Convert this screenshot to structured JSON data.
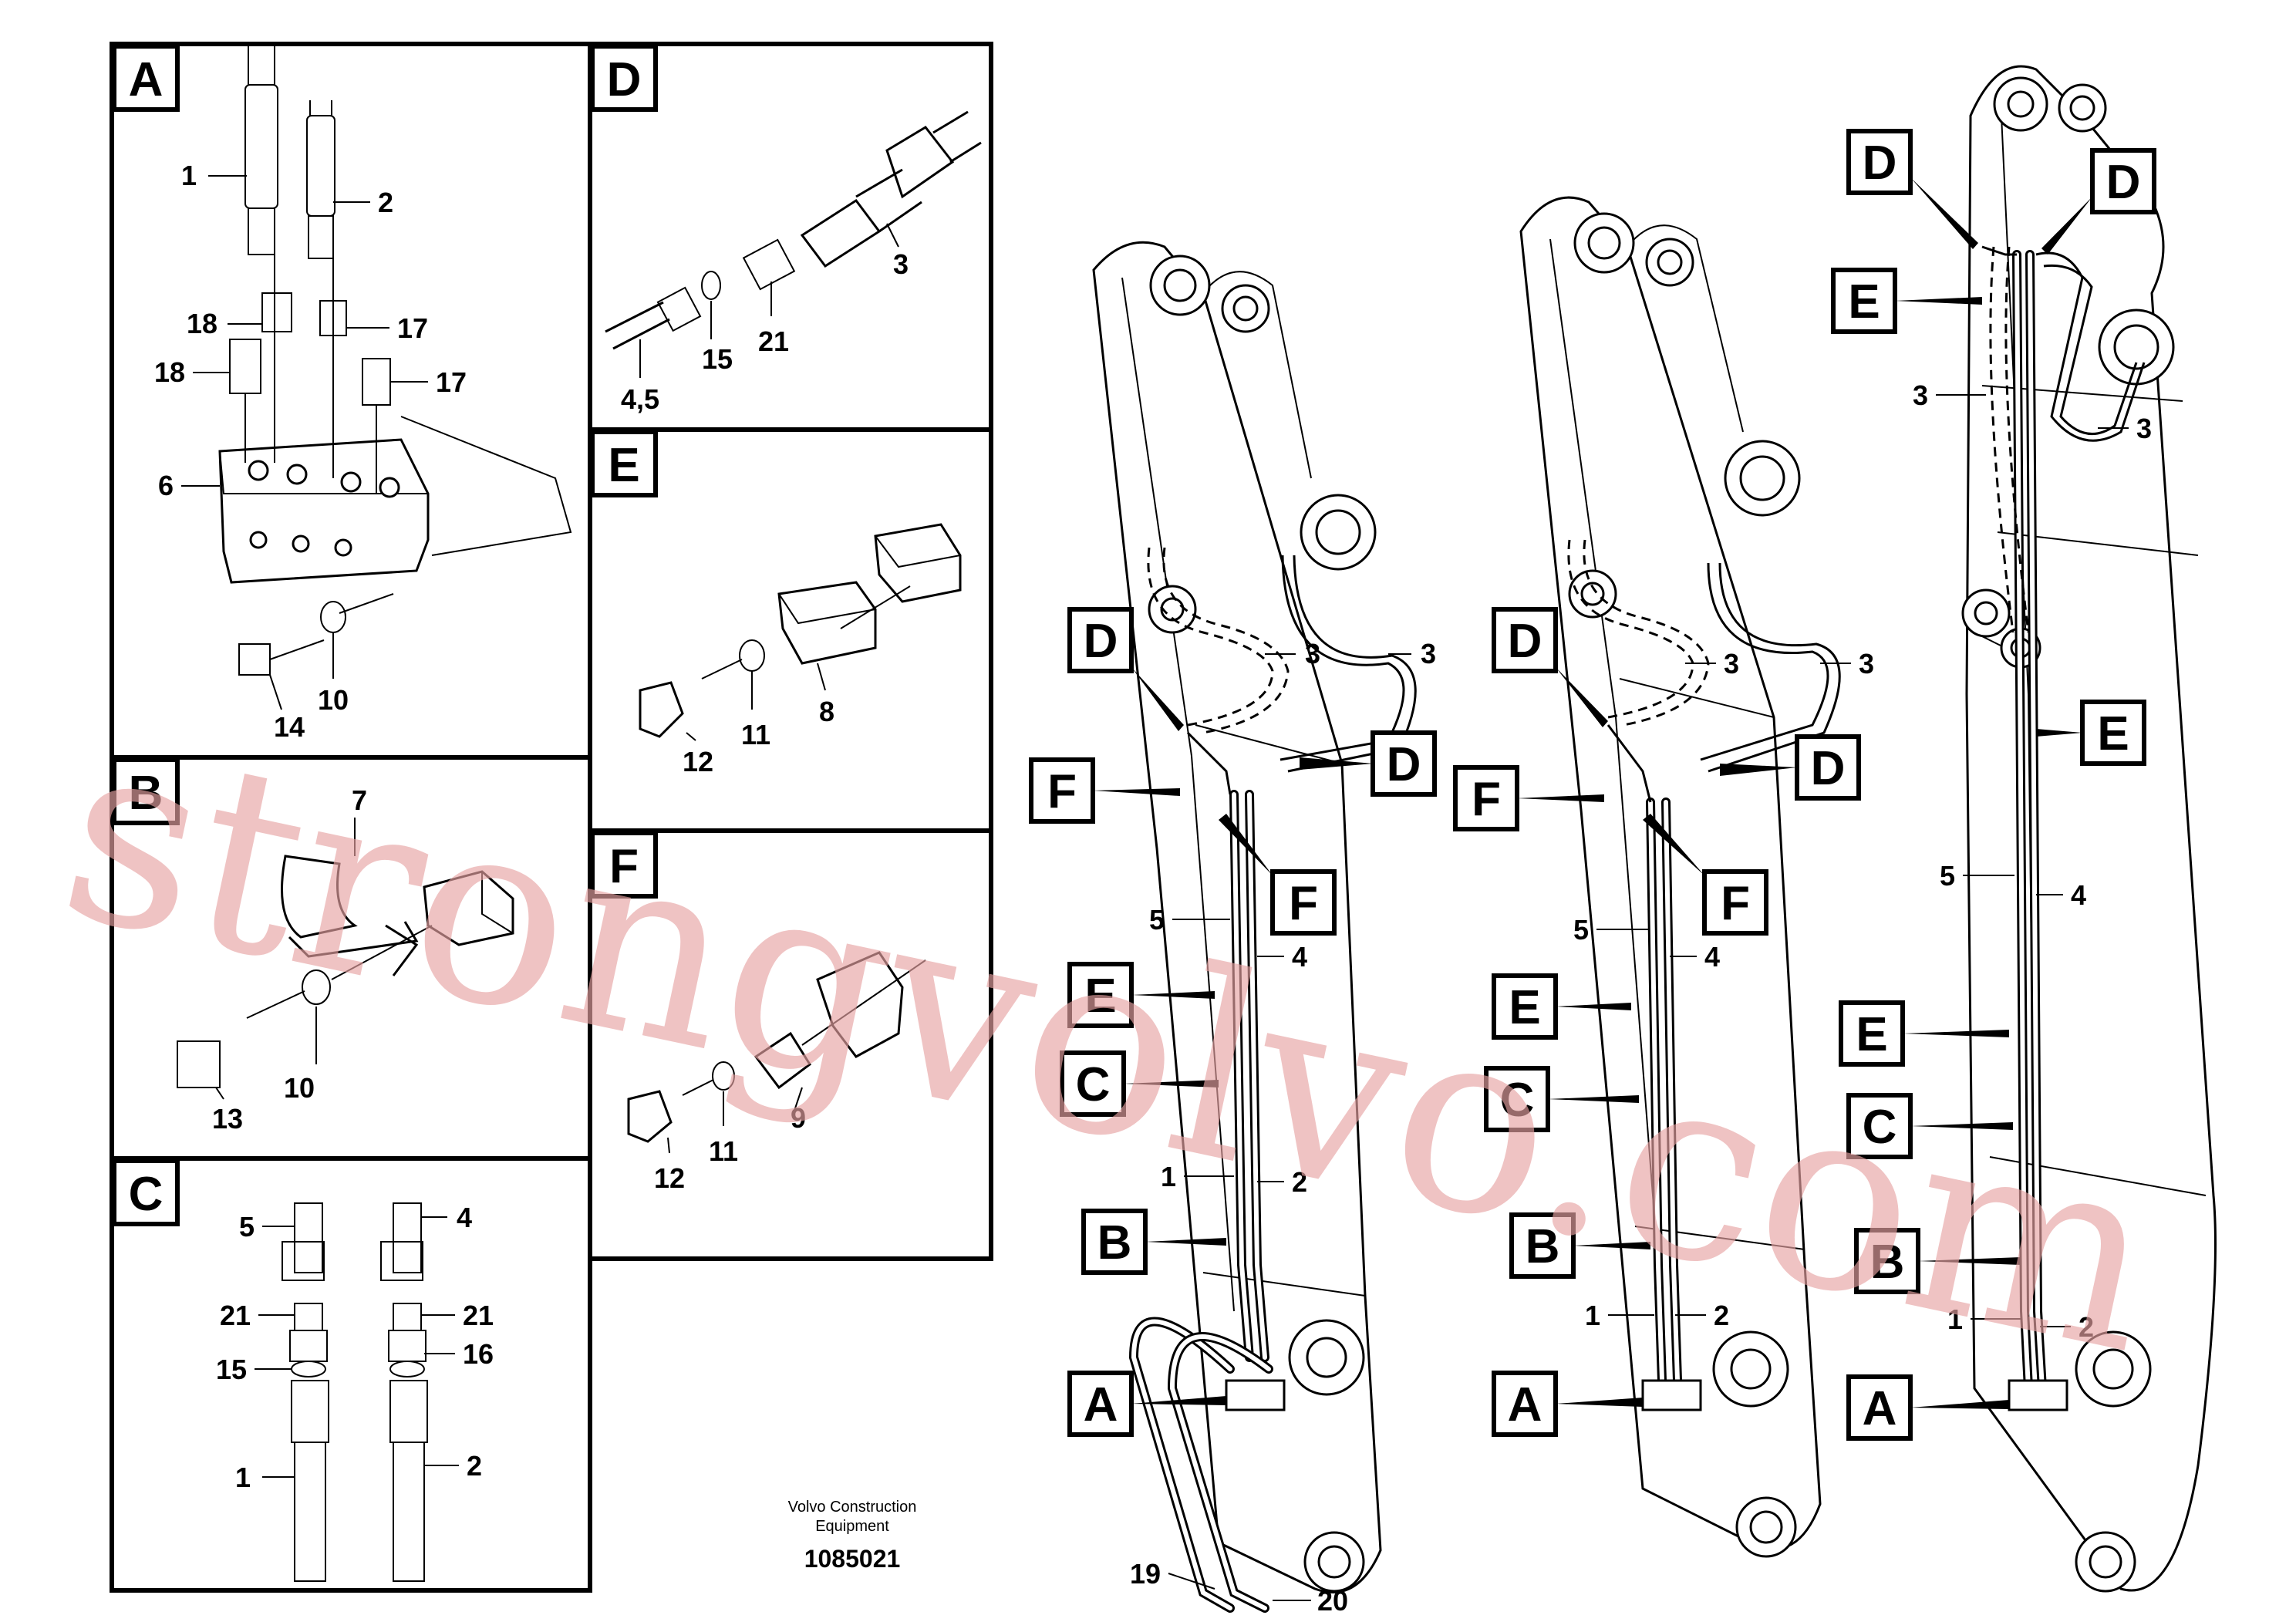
{
  "footer": {
    "company_line1": "Volvo Construction",
    "company_line2": "Equipment",
    "drawing_number": "1085021"
  },
  "watermark": "strongvolvo.com",
  "panels": {
    "A": {
      "title": "A",
      "callouts": [
        "1",
        "2",
        "18",
        "17",
        "18",
        "17",
        "6",
        "14",
        "10"
      ]
    },
    "B": {
      "title": "B",
      "callouts": [
        "7",
        "13",
        "10"
      ]
    },
    "C": {
      "title": "C",
      "callouts": [
        "5",
        "4",
        "21",
        "21",
        "15",
        "16",
        "1",
        "2"
      ]
    },
    "D": {
      "title": "D",
      "callouts": [
        "3",
        "4,5",
        "15",
        "21"
      ]
    },
    "E": {
      "title": "E",
      "callouts": [
        "8",
        "12",
        "11"
      ]
    },
    "F": {
      "title": "F",
      "callouts": [
        "9",
        "12",
        "11"
      ]
    }
  },
  "boom1": {
    "tags": [
      "D",
      "D",
      "F",
      "F",
      "E",
      "C",
      "B",
      "A"
    ],
    "callouts": [
      "3",
      "3",
      "5",
      "4",
      "1",
      "2",
      "19",
      "20"
    ]
  },
  "boom2": {
    "tags": [
      "D",
      "D",
      "F",
      "F",
      "E",
      "C",
      "B",
      "A"
    ],
    "callouts": [
      "3",
      "3",
      "5",
      "4",
      "1",
      "2"
    ]
  },
  "boom3": {
    "tags": [
      "D",
      "D",
      "E",
      "E",
      "E",
      "C",
      "B",
      "A"
    ],
    "callouts": [
      "3",
      "3",
      "5",
      "4",
      "1",
      "2"
    ]
  }
}
